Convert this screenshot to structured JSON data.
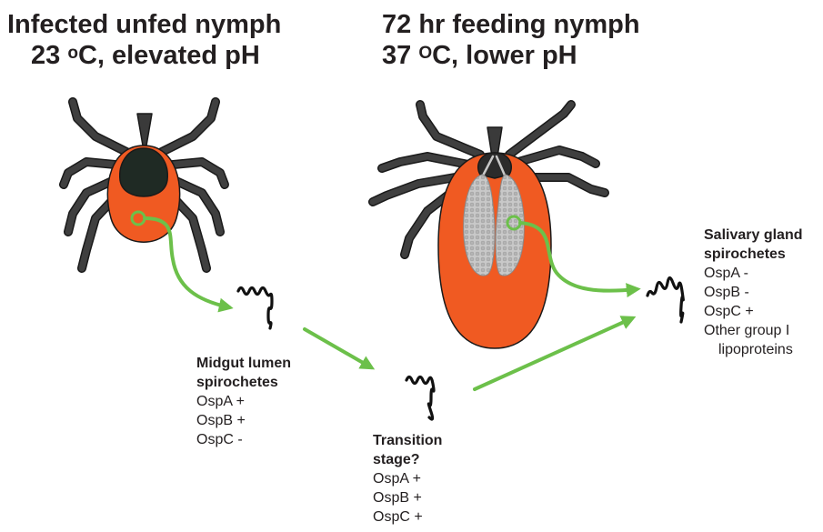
{
  "left_heading": {
    "line1": "Infected unfed nymph",
    "line2_prefix": "23 ",
    "line2_sup": "o",
    "line2_suffix": "C, elevated pH"
  },
  "right_heading": {
    "line1": "72 hr feeding nymph",
    "line2_prefix": "37 ",
    "line2_sup": "O",
    "line2_suffix": "C, lower pH"
  },
  "midgut": {
    "title_line1": "Midgut lumen",
    "title_line2": "spirochetes",
    "items": [
      "OspA +",
      "OspB +",
      "OspC -"
    ]
  },
  "transition": {
    "title_line1": "Transition",
    "title_line2": "stage?",
    "items": [
      "OspA +",
      "OspB +",
      "OspC +"
    ]
  },
  "salivary": {
    "title_line1": "Salivary gland",
    "title_line2": "spirochetes",
    "items": [
      "OspA -",
      "OspB -",
      "OspC +",
      "Other group I",
      "lipoproteins"
    ]
  },
  "colors": {
    "tick_body": "#f05a22",
    "tick_dark": "#2b2b2b",
    "arrow": "#6cc04a",
    "gland": "#c8c8c8",
    "text": "#231f20"
  }
}
